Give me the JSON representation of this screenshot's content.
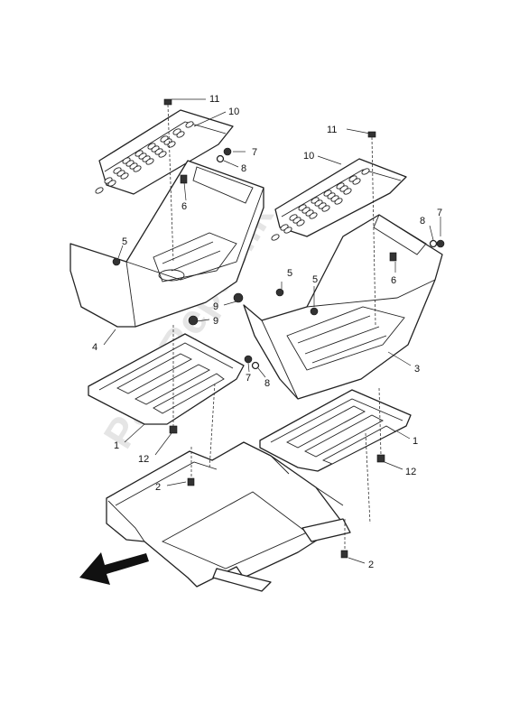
{
  "diagram": {
    "watermark": "PartsRepublik",
    "callouts": [
      {
        "id": "c11a",
        "text": "11"
      },
      {
        "id": "c10a",
        "text": "10"
      },
      {
        "id": "c7a",
        "text": "7"
      },
      {
        "id": "c8a",
        "text": "8"
      },
      {
        "id": "c6a",
        "text": "6"
      },
      {
        "id": "c5a",
        "text": "5"
      },
      {
        "id": "c9a",
        "text": "9"
      },
      {
        "id": "c9b",
        "text": "9"
      },
      {
        "id": "c4",
        "text": "4"
      },
      {
        "id": "c1a",
        "text": "1"
      },
      {
        "id": "c12a",
        "text": "12"
      },
      {
        "id": "c2a",
        "text": "2"
      },
      {
        "id": "c11b",
        "text": "11"
      },
      {
        "id": "c10b",
        "text": "10"
      },
      {
        "id": "c8b",
        "text": "8"
      },
      {
        "id": "c7b",
        "text": "7"
      },
      {
        "id": "c5b",
        "text": "5"
      },
      {
        "id": "c5c",
        "text": "5"
      },
      {
        "id": "c6b",
        "text": "6"
      },
      {
        "id": "c3",
        "text": "3"
      },
      {
        "id": "c7c",
        "text": "7"
      },
      {
        "id": "c8c",
        "text": "8"
      },
      {
        "id": "c1b",
        "text": "1"
      },
      {
        "id": "c12b",
        "text": "12"
      },
      {
        "id": "c2b",
        "text": "2"
      }
    ]
  }
}
